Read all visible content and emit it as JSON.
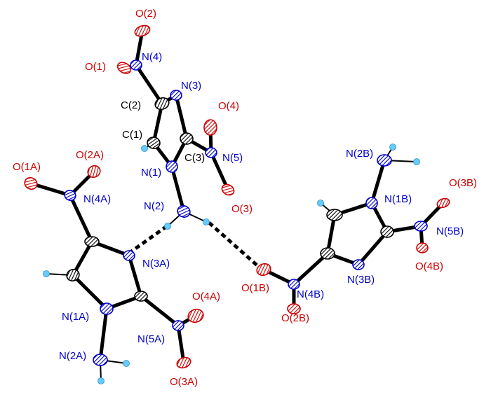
{
  "colors": {
    "carbon": "#000000",
    "nitrogen": "#0000cc",
    "oxygen": "#cc0000",
    "hydrogen": "#66ccff",
    "bond": "#000000"
  },
  "labels": {
    "O2": "O(2)",
    "O1": "O(1)",
    "N4": "N(4)",
    "N3": "N(3)",
    "C2": "C(2)",
    "O4": "O(4)",
    "C1": "C(1)",
    "C3": "C(3)",
    "N5": "N(5)",
    "N1": "N(1)",
    "O3": "O(3)",
    "N2": "N(2)",
    "O1A": "O(1A)",
    "O2A": "O(2A)",
    "N4A": "N(4A)",
    "N3A": "N(3A)",
    "N1A": "N(1A)",
    "O4A": "O(4A)",
    "N5A": "N(5A)",
    "N2A": "N(2A)",
    "O3A": "O(3A)",
    "N2B": "N(2B)",
    "N1B": "N(1B)",
    "O3B": "O(3B)",
    "N5B": "N(5B)",
    "N3B": "N(3B)",
    "O1B": "O(1B)",
    "N4B": "N(4B)",
    "O4B": "O(4B)",
    "O2B": "O(2B)"
  }
}
